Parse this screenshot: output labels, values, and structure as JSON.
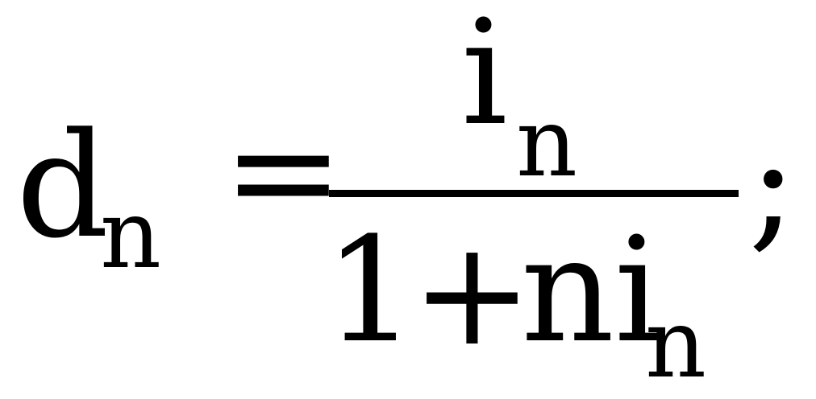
{
  "formula": {
    "lhs": {
      "variable": "d",
      "subscript": "n"
    },
    "equals": "=",
    "fraction": {
      "numerator": {
        "variable": "i",
        "subscript": "n"
      },
      "denominator": {
        "constant": "1",
        "operator": "+",
        "term": "ni",
        "subscript": "n"
      }
    },
    "terminator": ";"
  }
}
